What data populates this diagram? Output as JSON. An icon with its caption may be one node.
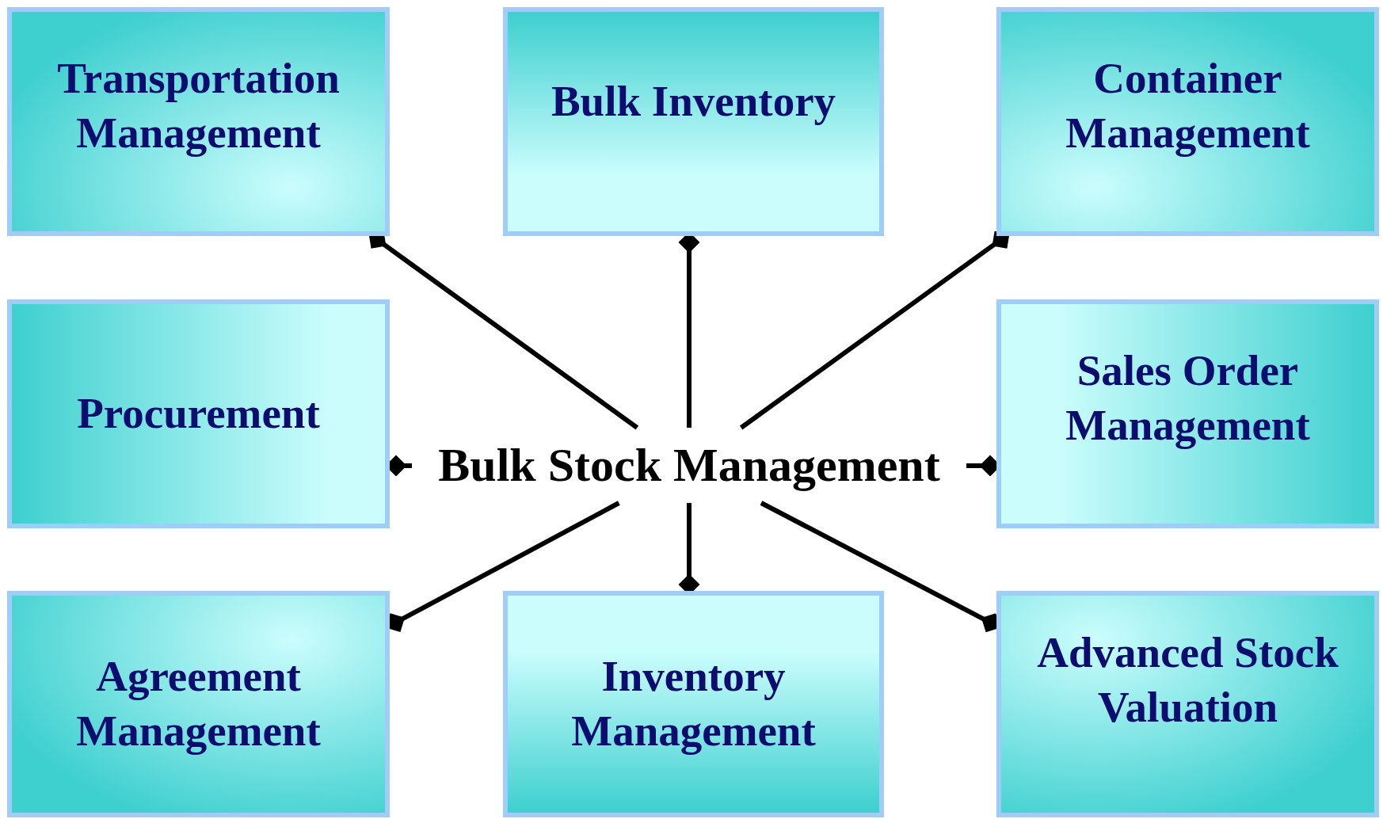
{
  "diagram": {
    "nodes": [
      {
        "text": [
          "Transportation Management"
        ]
      },
      {
        "text": [
          "Bulk Inventory"
        ]
      },
      {
        "text": [
          "Container Management"
        ]
      },
      {
        "text": [
          "Procurement"
        ]
      },
      {
        "text": [
          "Bulk Stock Management"
        ]
      },
      {
        "text": [
          "Sales Order Management"
        ]
      },
      {
        "text": [
          "Agreement Management"
        ]
      },
      {
        "text": [
          "Inventory Management"
        ]
      },
      {
        "text": [
          "Advanced Stock Valuation"
        ]
      }
    ],
    "edges": [
      {
        "from": 4,
        "to": 0,
        "arrow": "other"
      },
      {
        "from": 4,
        "to": 1,
        "arrow": "other"
      },
      {
        "from": 4,
        "to": 2,
        "arrow": "other"
      },
      {
        "from": 4,
        "to": 3,
        "arrow": "other"
      },
      {
        "from": 4,
        "to": 5,
        "arrow": "other"
      },
      {
        "from": 4,
        "to": 6,
        "arrow": "other"
      },
      {
        "from": 4,
        "to": 7,
        "arrow": "other"
      },
      {
        "from": 4,
        "to": 8,
        "arrow": "other"
      }
    ]
  }
}
